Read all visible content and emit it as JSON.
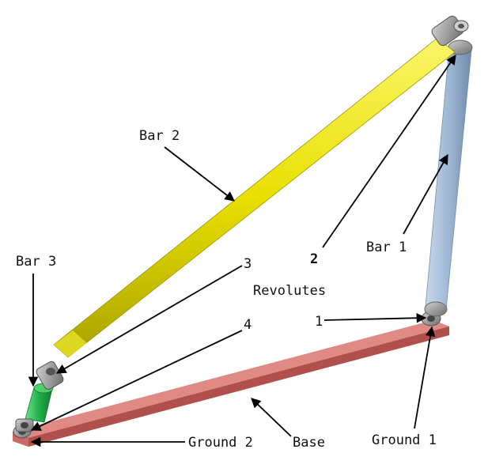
{
  "labels": {
    "bar2": "Bar 2",
    "bar1": "Bar 1",
    "bar3": "Bar 3",
    "revolutes": "Revolutes",
    "num1": "1",
    "num2": "2",
    "num3": "3",
    "num4": "4",
    "ground2": "Ground 2",
    "ground1": "Ground 1",
    "base": "Base"
  },
  "colors": {
    "bar2_yellow": "#e8e000",
    "bar1_blue": "#9fb8d6",
    "bar3_green": "#22b04a",
    "base_red": "#d9716c",
    "joint_gray": "#9a9a9a"
  }
}
